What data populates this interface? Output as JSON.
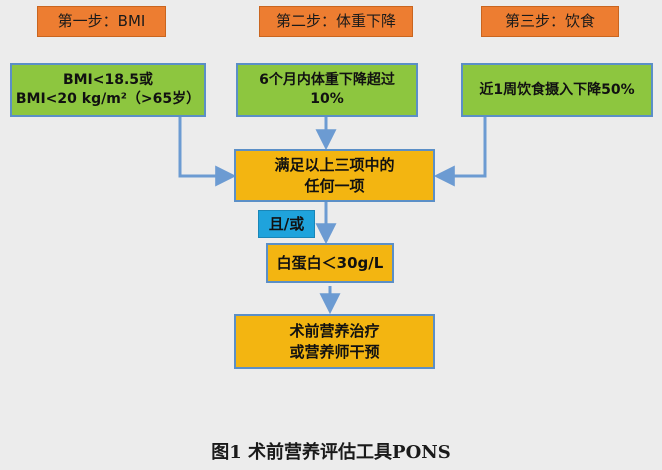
{
  "steps": [
    {
      "label": "第一步：BMI"
    },
    {
      "label": "第二步：体重下降"
    },
    {
      "label": "第三步：饮食"
    }
  ],
  "criteria": [
    {
      "line1": "BMI<18.5或",
      "line2": "BMI<20 kg/m²（>65岁）"
    },
    {
      "line1": "6个月内体重下降超过",
      "line2": "10%"
    },
    {
      "line1": "近1周饮食摄入下降50%"
    }
  ],
  "condition": {
    "line1": "满足以上三项中的",
    "line2": "任何一项"
  },
  "connector": {
    "label": "且/或"
  },
  "albumin": {
    "label": "白蛋白＜30g/L"
  },
  "outcome": {
    "line1": "术前营养治疗",
    "line2": "或营养师干预"
  },
  "caption": {
    "text": "图1 术前营养评估工具PONS"
  },
  "colors": {
    "step": "#ed7d31",
    "criteria": "#8dc63f",
    "gold": "#f3b511",
    "connector": "#1fa3dc",
    "arrow": "#6c9bd2"
  }
}
